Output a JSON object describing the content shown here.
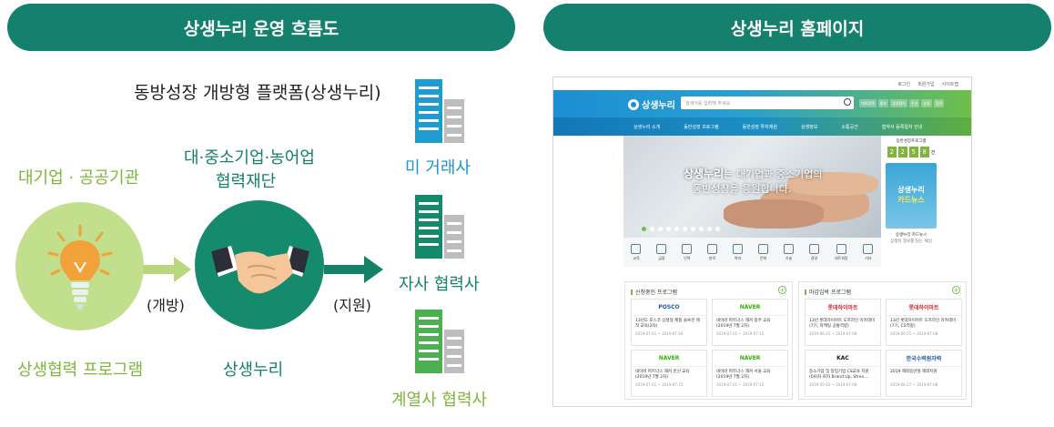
{
  "left_section": {
    "header": "상생누리 운영 흐름도",
    "platform_title": "동방성장 개방형 플랫폼(상생누리)",
    "left_group": {
      "title": "대기업 · 공공기관",
      "caption": "상생협력 프로그램"
    },
    "arrow_left_label": "(개방)",
    "center_group": {
      "title_line1": "대·중소기업·농어업",
      "title_line2": "협력재단",
      "caption": "상생누리"
    },
    "arrow_right_label": "(지원)",
    "targets": [
      {
        "label": "미 거래사",
        "color": "#1e96c8"
      },
      {
        "label": "자사 협력사",
        "color": "#148269"
      },
      {
        "label": "계열사 협력사",
        "color": "#7fb53a"
      }
    ]
  },
  "right_section": {
    "header": "상생누리 홈페이지",
    "site": {
      "topbar": [
        "로그인",
        "회원가입",
        "사이트맵"
      ],
      "logo": "상생누리",
      "search_placeholder": "검색어를 입력해 주세요",
      "quick_links": [
        "대외협력",
        "홍보",
        "상생협력",
        "주선",
        "상생",
        "검색"
      ],
      "nav": [
        "상생누리 소개",
        "동반성장 프로그램",
        "동반성장 투자재원",
        "상생정보",
        "소통공간",
        "협약서 등록절차 안내"
      ],
      "hero_line1_brand": "상생누리",
      "hero_line1_rest": "는 대기업과 중소기업의",
      "hero_line2": "동반성장을 응원합니다.",
      "counter_title": "동반성장프로그램",
      "counter_digits": [
        "2",
        "2",
        "5",
        "8"
      ],
      "counter_suffix": "건",
      "card_line1": "상생누리",
      "card_line2": "카드뉴스",
      "card_caption1": "상생누리 카드뉴스",
      "card_caption2": "상생의 정보를 담는 채널",
      "icons": [
        {
          "name": "icon-1",
          "label": "교육"
        },
        {
          "name": "icon-2",
          "label": "금융"
        },
        {
          "name": "icon-3",
          "label": "인력"
        },
        {
          "name": "icon-4",
          "label": "판로"
        },
        {
          "name": "icon-5",
          "label": "복지"
        },
        {
          "name": "icon-6",
          "label": "문화"
        },
        {
          "name": "icon-7",
          "label": "기술"
        },
        {
          "name": "icon-8",
          "label": "경영"
        },
        {
          "name": "icon-9",
          "label": "네트워킹"
        },
        {
          "name": "icon-10",
          "label": "기타"
        }
      ],
      "panel_left": {
        "title": "신청중인 프로그램",
        "cards": [
          {
            "brand": "POSCO",
            "brand_color": "#1a5ca8",
            "title": "13년도 포스코 상생형 제품 솔루션 제작 교육(2차)",
            "date": "2019-07-01 ~ 2019-07-26"
          },
          {
            "brand": "NAVER",
            "brand_color": "#2db400",
            "title": "네이버 파트너스 해커 창주 교육 (2019년 7월 2차)",
            "date": "2019-07-01 ~ 2019-07-15"
          },
          {
            "brand": "NAVER",
            "brand_color": "#2db400",
            "title": "네이버 파트너스 해커 빈선 교육 (2019년 7월 2차)",
            "date": "2019-07-01 ~ 2019-07-15"
          },
          {
            "brand": "NAVER",
            "brand_color": "#2db400",
            "title": "네이버 파트너스 해커 서울 교육 (2019년 7월 2차)",
            "date": "2019-07-01 ~ 2019-07-15"
          }
        ]
      },
      "panel_right": {
        "title": "마감임박 프로그램",
        "cards": [
          {
            "brand": "롯데하이마트",
            "brand_color": "#d7282f",
            "title": "13년 롯데하이마트 도프라인 아카데미(7기, 마케팅 공통역량)",
            "date": "2019-06-25 ~ 2019-07-08"
          },
          {
            "brand": "롯데하이마트",
            "brand_color": "#d7282f",
            "title": "13년 롯데하이마트 도프라인 아카데미(7기, CS역량)",
            "date": "2019-06-25 ~ 2019-07-08"
          },
          {
            "brand": "KAC",
            "brand_color": "#1a1a1a",
            "title": "중소기업 및 창업기업 CS교육 지원 (04)차 회차 Brand Up, Stren...",
            "date": "2019-05-02 ~ 2019-07-08"
          },
          {
            "brand": "한국수력원자력",
            "brand_color": "#1f5aa6",
            "title": "2019 해외동반철 해외지원",
            "date": "2019-06-27 ~ 2019-07-08"
          }
        ]
      }
    }
  }
}
